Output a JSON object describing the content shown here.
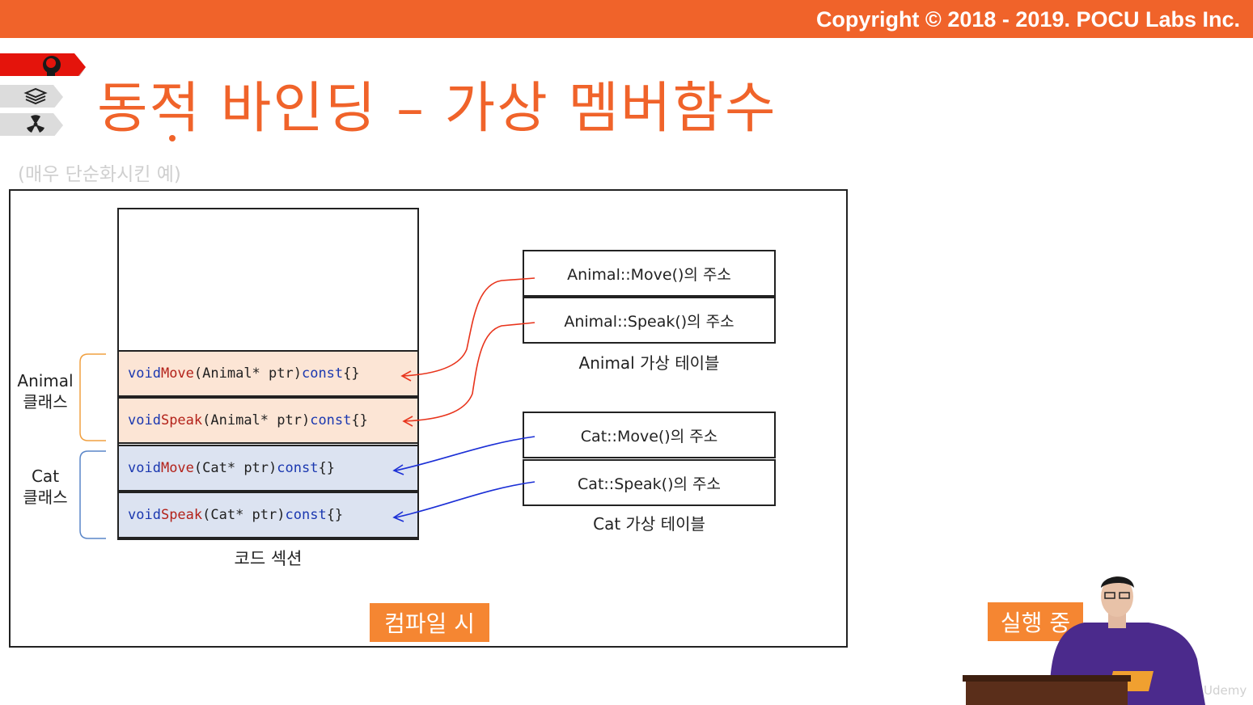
{
  "header": {
    "copyright": "Copyright © 2018 - 2019. POCU Labs Inc."
  },
  "side_icons": [
    "brain-icon",
    "books-icon",
    "radiation-icon"
  ],
  "slide": {
    "title": "동적 바인딩 – 가상 멤버함수",
    "subtitle": "(매우 단순화시킨 예)"
  },
  "code_section": {
    "label": "코드 섹션",
    "rows": [
      {
        "group": "animal",
        "kw": "void",
        "name": "Move",
        "args": "(Animal* ptr)",
        "tail": "const",
        "body": "{}"
      },
      {
        "group": "animal",
        "kw": "void",
        "name": "Speak",
        "args": "(Animal* ptr)",
        "tail": "const",
        "body": "{}"
      },
      {
        "group": "cat",
        "kw": "void",
        "name": "Move",
        "args": "(Cat* ptr)",
        "tail": "const",
        "body": "{}"
      },
      {
        "group": "cat",
        "kw": "void",
        "name": "Speak",
        "args": "(Cat* ptr)",
        "tail": "const",
        "body": "{}"
      }
    ]
  },
  "class_labels": {
    "animal": [
      "Animal",
      "클래스"
    ],
    "cat": [
      "Cat",
      "클래스"
    ]
  },
  "vtables": [
    {
      "label": "Animal 가상 테이블",
      "entries": [
        "Animal::Move()의 주소",
        "Animal::Speak()의 주소"
      ]
    },
    {
      "label": "Cat 가상 테이블",
      "entries": [
        "Cat::Move()의 주소",
        "Cat::Speak()의 주소"
      ]
    }
  ],
  "badges": {
    "compile": "컴파일 시",
    "runtime": "실행 중"
  },
  "colors": {
    "brand": "#f0632a",
    "animal_arrow": "#e8341c",
    "cat_arrow": "#1b2fd6",
    "animal_row": "#fce5d5",
    "cat_row": "#dce3f1"
  },
  "watermark": "Udemy"
}
